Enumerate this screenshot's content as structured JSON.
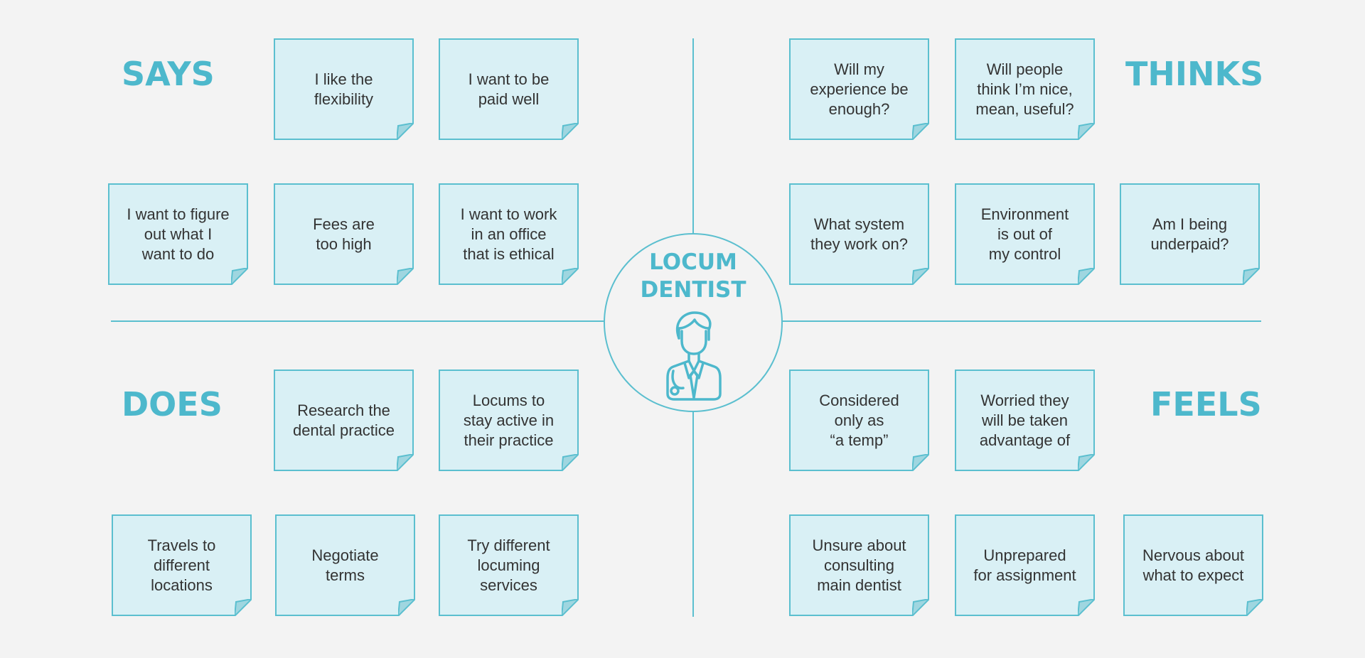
{
  "center": {
    "title_line1": "LOCUM",
    "title_line2": "DENTIST",
    "icon": "dentist-person-icon"
  },
  "colors": {
    "accent": "#4db8cc",
    "note_fill": "#d9f0f5",
    "note_border": "#5bbfcf",
    "background": "#f3f3f3",
    "text": "#333333"
  },
  "quadrants": {
    "says": {
      "label": "SAYS",
      "notes": [
        "I like the\nflexibility",
        "I want to be\npaid well",
        "I want to figure\nout what I\nwant to do",
        "Fees are\ntoo high",
        "I want to work\nin an office\nthat is ethical"
      ]
    },
    "thinks": {
      "label": "THINKS",
      "notes": [
        "Will my\nexperience be\nenough?",
        "Will people\nthink I’m nice,\nmean, useful?",
        "What system\nthey work on?",
        "Environment\nis out of\nmy control",
        "Am I being\nunderpaid?"
      ]
    },
    "does": {
      "label": "DOES",
      "notes": [
        "Research the\ndental practice",
        "Locums to\nstay active in\ntheir practice",
        "Travels to\ndifferent\nlocations",
        "Negotiate\nterms",
        "Try different\nlocuming\nservices"
      ]
    },
    "feels": {
      "label": "FEELS",
      "notes": [
        "Considered\nonly as\n“a temp”",
        "Worried they\nwill be taken\nadvantage of",
        "Unsure about\nconsulting\nmain dentist",
        "Unprepared\nfor assignment",
        "Nervous about\nwhat to expect"
      ]
    }
  }
}
